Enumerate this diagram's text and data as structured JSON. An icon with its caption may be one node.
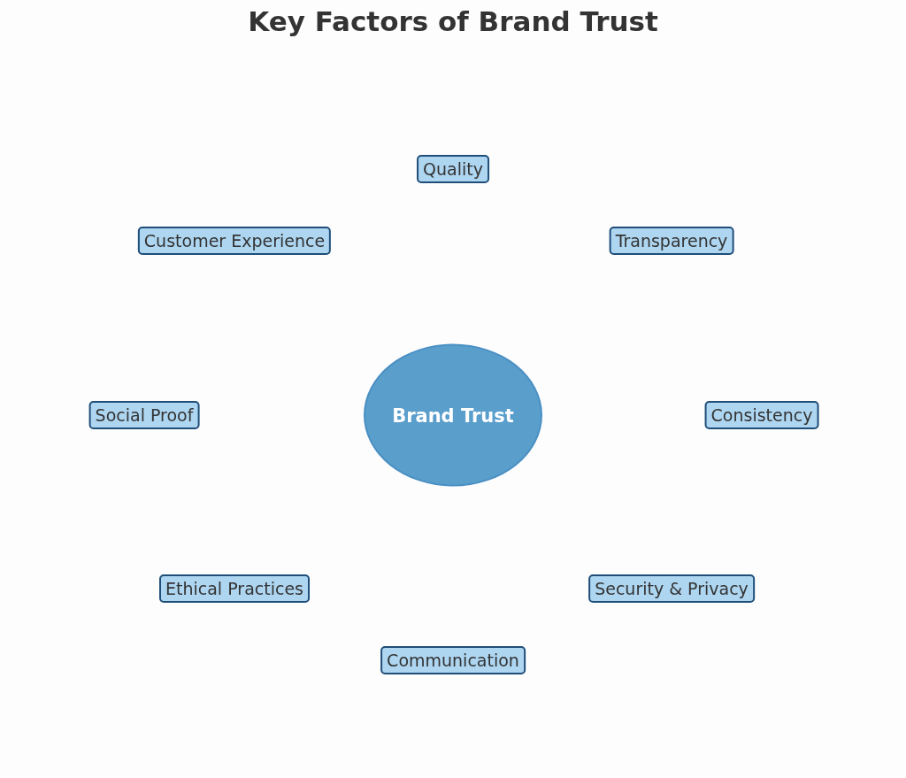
{
  "diagram": {
    "title": "Key Factors of Brand Trust",
    "nodes": [
      {
        "text": [
          "Quality"
        ]
      },
      {
        "text": [
          "Customer Experience"
        ]
      },
      {
        "text": [
          "Transparency"
        ]
      },
      {
        "text": [
          "Social Proof"
        ]
      },
      {
        "text": [
          "Brand Trust"
        ]
      },
      {
        "text": [
          "Consistency"
        ]
      },
      {
        "text": [
          "Ethical Practices"
        ]
      },
      {
        "text": [
          "Security & Privacy"
        ]
      },
      {
        "text": [
          "Communication"
        ]
      }
    ]
  }
}
